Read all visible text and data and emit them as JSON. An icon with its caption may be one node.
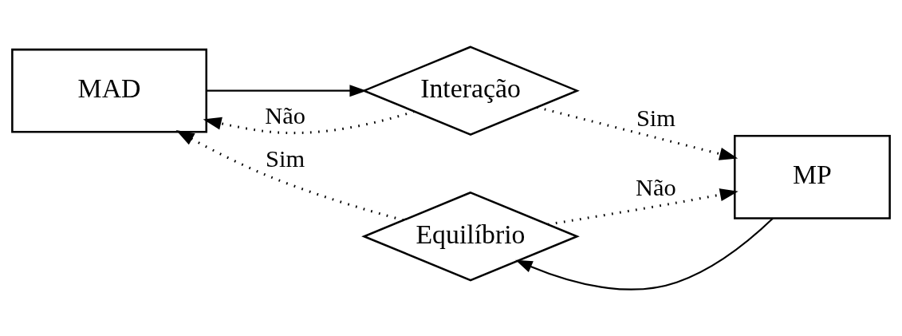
{
  "diagram": {
    "nodes": [
      {
        "text": [
          "MAD"
        ]
      },
      {
        "text": [
          "Interação"
        ]
      },
      {
        "text": [
          "MP"
        ]
      },
      {
        "text": [
          "Equilíbrio"
        ]
      }
    ],
    "edges": [
      {
        "from": 0,
        "to": 1,
        "arrow": "to"
      },
      {
        "from": 1,
        "to": 2,
        "arrow": "to",
        "label": "Sim",
        "style": "dashed"
      },
      {
        "from": 1,
        "to": 0,
        "arrow": "to",
        "label": "Não",
        "style": "dashed"
      },
      {
        "from": 2,
        "to": 3,
        "arrow": "to"
      },
      {
        "from": 3,
        "to": 0,
        "arrow": "to",
        "label": "Sim",
        "style": "dashed"
      },
      {
        "from": 3,
        "to": 2,
        "arrow": "to",
        "label": "Não",
        "style": "dashed"
      }
    ]
  }
}
